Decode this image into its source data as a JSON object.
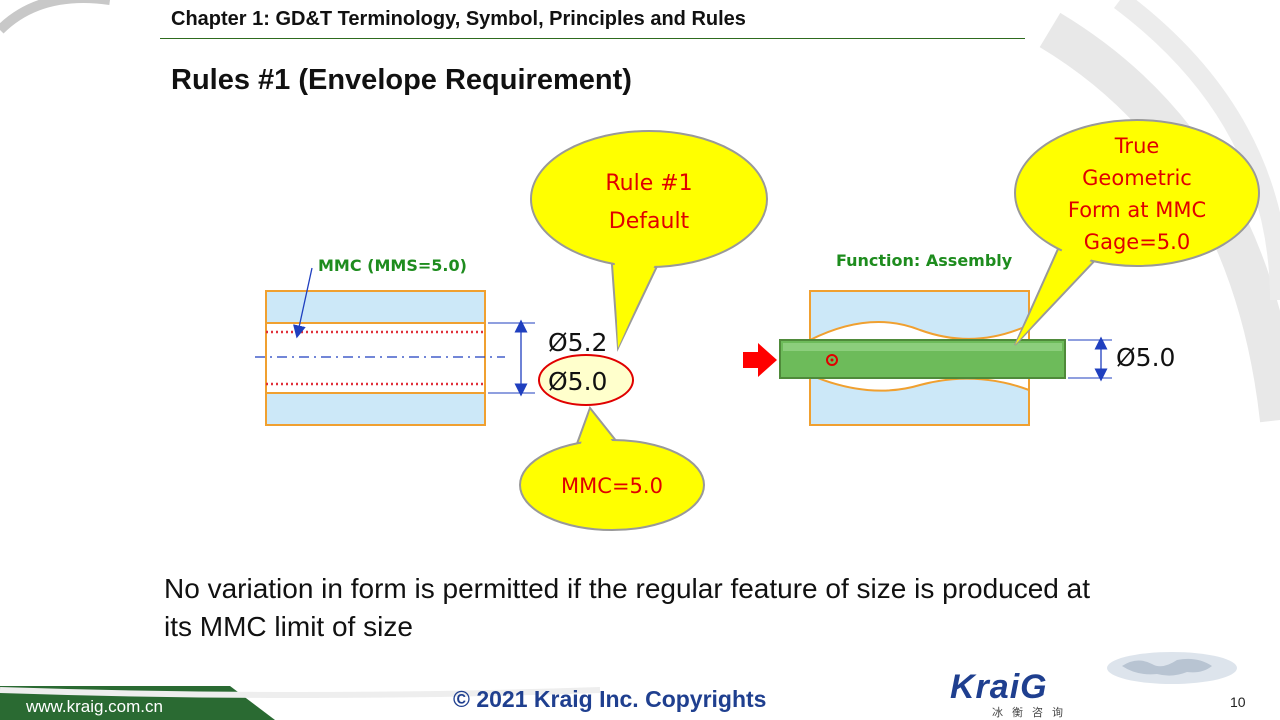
{
  "header": {
    "chapter_title": "Chapter 1: GD&T Terminology, Symbol, Principles and Rules",
    "slide_title": "Rules #1 (Envelope Requirement)"
  },
  "diagram": {
    "mmc_label": "MMC (MMS=5.0)",
    "dim_upper": "Ø5.2",
    "dim_lower": "Ø5.0",
    "callout_rule": [
      "Rule  #1",
      "Default"
    ],
    "callout_mmc": "MMC=5.0",
    "function_label": "Function: Assembly",
    "callout_true_form": [
      "True",
      "Geometric",
      "Form at MMC",
      "Gage=5.0"
    ],
    "dim_gage": "Ø5.0"
  },
  "statement": "No variation in form is permitted if the regular feature of size is produced at its MMC limit of size",
  "footer": {
    "url": "www.kraig.com.cn",
    "copyright": "© 2021 Kraig Inc. Copyrights",
    "page_number": "10",
    "logo": "KraiG",
    "logo_sub": "冰衡咨询"
  },
  "colors": {
    "part_fill": "#cce8f8",
    "part_outline": "#f0a030",
    "callout_fill": "#ffff00",
    "callout_text": "#e00000",
    "label_green": "#1e8c1e",
    "dim_blue": "#1f3fbf",
    "gage_fill": "#6dbb5a",
    "arrow_red": "#ff0000",
    "copyright_blue": "#1f3f8f"
  }
}
